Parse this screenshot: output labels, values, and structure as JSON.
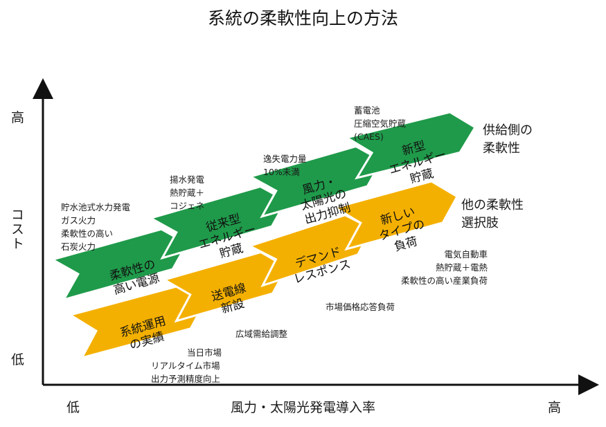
{
  "title": "系統の柔軟性向上の方法",
  "axes": {
    "x_label": "風力・太陽光発電導入率",
    "x_low": "低",
    "x_high": "高",
    "y_label": "コスト",
    "y_low": "低",
    "y_high": "高"
  },
  "colors": {
    "supply": "#1f9a4a",
    "other": "#f4b000",
    "outline": "#ffffff",
    "axis": "#111111"
  },
  "rows": {
    "supply": {
      "label": [
        "供給側の",
        "柔軟性"
      ],
      "arrows": [
        {
          "lines": [
            "柔軟性の",
            "高い電源"
          ],
          "note": [
            "貯水池式水力発電",
            "ガス火力",
            "柔軟性の高い",
            "石炭火力"
          ]
        },
        {
          "lines": [
            "従来型",
            "エネルギー",
            "貯蔵"
          ],
          "note": [
            "揚水発電",
            "熱貯蔵＋",
            "コジェネ"
          ]
        },
        {
          "lines": [
            "風力・",
            "太陽光の",
            "出力抑制"
          ],
          "note": [
            "逸失電力量",
            "10%未満"
          ]
        },
        {
          "lines": [
            "新型",
            "エネルギー",
            "貯蔵"
          ],
          "note": [
            "蓄電池",
            "圧縮空気貯蔵",
            "(CAES)"
          ]
        }
      ]
    },
    "other": {
      "label": [
        "他の柔軟性",
        "選択肢"
      ],
      "arrows": [
        {
          "lines": [
            "系統運用",
            "の実績"
          ],
          "note": [
            "当日市場",
            "リアルタイム市場",
            "出力予測精度向上"
          ]
        },
        {
          "lines": [
            "送電線",
            "新設"
          ],
          "note": [
            "広域需給調整"
          ]
        },
        {
          "lines": [
            "デマンド",
            "レスポンス"
          ],
          "note": [
            "市場価格応答負荷"
          ]
        },
        {
          "lines": [
            "新しい",
            "タイプの",
            "負荷"
          ],
          "note": [
            "電気自動車",
            "熱貯蔵＋電熱",
            "柔軟性の高い産業負荷"
          ]
        }
      ]
    }
  }
}
